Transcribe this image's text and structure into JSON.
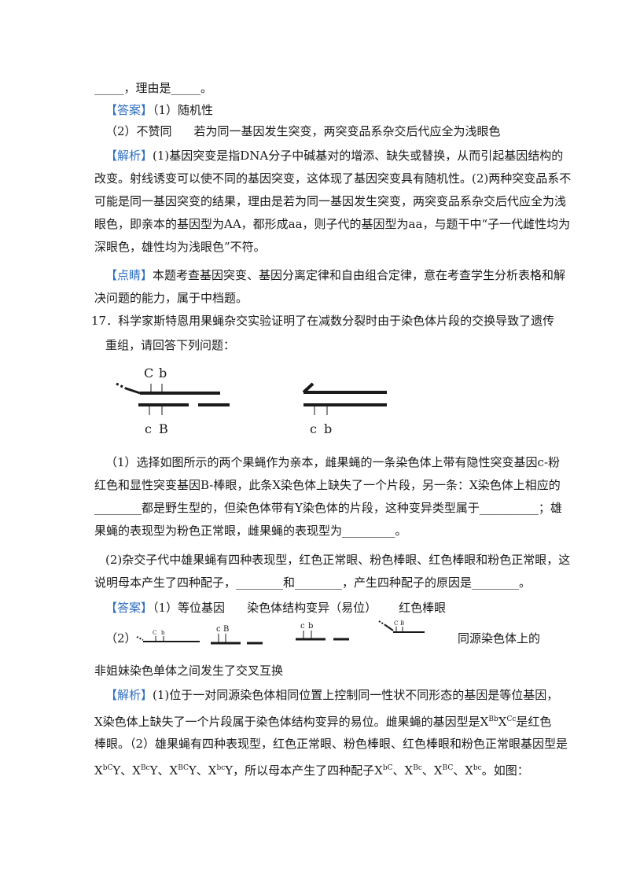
{
  "lines": {
    "l0": "_____，理由是_____。",
    "ans1_tag": "【答案】",
    "ans1_a": "（1）随机性",
    "ans1_b1": "（2）不赞同",
    "ans1_b2": "若为同一基因发生突变，两突变品系杂交后代应全为浅眼色",
    "jx1_tag": "【解析】",
    "jx1_1": "(1)基因突变是指DNA分子中碱基对的增添、缺失或替换，从而引起基因结构的",
    "jx1_2": "改变。射线诱变可以使不同的基因突变，这体现了基因突变具有随机性。(2)两种突变品系不",
    "jx1_3": "可能是同一基因突变的结果，理由是若为同一基因发生突变，两突变品系杂交后代应全为浅",
    "jx1_4": "眼色，即亲本的基因型为AA，都形成aa，则子代的基因型为aa，与题干中“子一代雌性均为",
    "jx1_5": "深眼色，雄性均为浅眼色”不符。",
    "dj_tag": "【点睛】",
    "dj_1": "本题考查基因突变、基因分离定律和自由组合定律，意在考查学生分析表格和解",
    "dj_2": "决问题的能力，属于中档题。",
    "q17_1": "17．科学家斯特恩用果蝇杂交实验证明了在减数分裂时由于染色体片段的交换导致了遗传",
    "q17_2": "重组，请回答下列问题：",
    "q1_1": "（1）选择如图所示的两个果蝇作为亲本，雌果蝇的一条染色体上带有隐性突变基因c-粉",
    "q1_2": "红色和显性突变基因B-棒眼，此条X染色体上缺失了一个片段，另一条：X染色体上相应的",
    "q1_3": "________都是野生型的，但染色体带有Y染色体的片段，这种变异类型属于__________；雄",
    "q1_4": "果蝇的表现型为粉色正常眼，雌果蝇的表现型为_________。",
    "q2_1": "(2)杂交子代中雄果蝇有四种表现型，红色正常眼、粉色棒眼、红色棒眼和粉色正常眼，这",
    "q2_2": "说明母本产生了四种配子，________和________，产生四种配子的原因是________。",
    "ans2_tag": "【答案】",
    "ans2_a": "（1）等位基因",
    "ans2_b": "染色体结构变异（易位）",
    "ans2_c": "红色棒眼",
    "ans2_d": "（2）",
    "ans2_e": "同源染色体上的",
    "ans2_f": "非姐妹染色单体之间发生了交叉互换",
    "jx2_tag": "【解析】",
    "jx2_1": "(1)位于一对同源染色体相同位置上控制同一性状不同形态的基因是等位基因，",
    "jx2_2": "X染色体上缺失了一个片段属于染色体结构变异的易位。雌果蝇的基因型是X",
    "jx2_2s1": "Bb",
    "jx2_2m": "X",
    "jx2_2s2": "Cc",
    "jx2_2e": "是红色",
    "jx2_3": "棒眼。（2）雄果蝇有四种表现型，红色正常眼、粉色棒眼、红色棒眼和粉色正常眼基因型是",
    "jx2_4": {
      "t1": "X",
      "s1": "bC",
      "t2": "Y、X",
      "s2": "Bc",
      "t3": "Y、X",
      "s3": "BC",
      "t4": "Y、X",
      "s4": "bc",
      "t5": "Y，所以母本产生了四种配子X",
      "s5": "bC",
      "t6": "、X",
      "s6": "Bc",
      "t7": "、X",
      "s7": "BC",
      "t8": "、X",
      "s8": "bc",
      "t9": "。如图："
    }
  },
  "figure1": {
    "left_top_labels": [
      "C",
      "b"
    ],
    "left_bottom_labels": [
      "c",
      "B"
    ],
    "right_top_labels": [
      "c",
      "b"
    ]
  },
  "figure2": {
    "g1": [
      "C",
      "b"
    ],
    "g2": [
      "c",
      "B"
    ],
    "g3": [
      "c",
      "b"
    ],
    "g4": [
      "C",
      "B"
    ]
  },
  "colors": {
    "tag": "#2f6fbf",
    "text": "#1a1a1a"
  }
}
